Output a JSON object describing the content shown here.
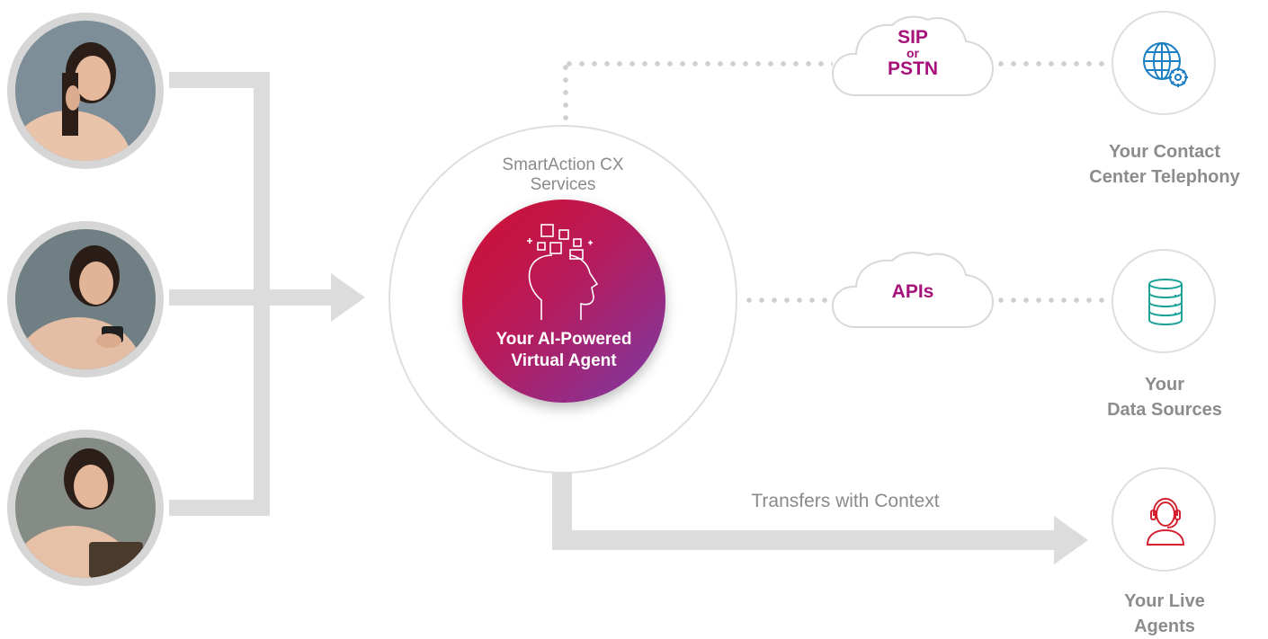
{
  "customers": [
    {
      "name": "customer-on-phone-call"
    },
    {
      "name": "customer-texting"
    },
    {
      "name": "customer-on-tablet"
    }
  ],
  "services": {
    "title_line1": "SmartAction CX",
    "title_line2": "Services"
  },
  "agent": {
    "label_line1": "Your AI-Powered",
    "label_line2": "Virtual Agent"
  },
  "channels": {
    "telephony_cloud": {
      "line1": "SIP",
      "line2": "or",
      "line3": "PSTN"
    },
    "api_cloud": {
      "label": "APIs"
    }
  },
  "endpoints": {
    "telephony": {
      "line1": "Your Contact",
      "line2": "Center Telephony"
    },
    "data": {
      "line1": "Your",
      "line2": "Data Sources"
    },
    "live_agents": {
      "line1": "Your Live",
      "line2": "Agents"
    }
  },
  "transfer": {
    "label": "Transfers with Context"
  },
  "colors": {
    "connector": "#dcdcdc",
    "accent_magenta": "#a6127a",
    "telephony_icon": "#1b7fc4",
    "data_icon": "#1aa398",
    "agent_icon": "#d4202f"
  }
}
